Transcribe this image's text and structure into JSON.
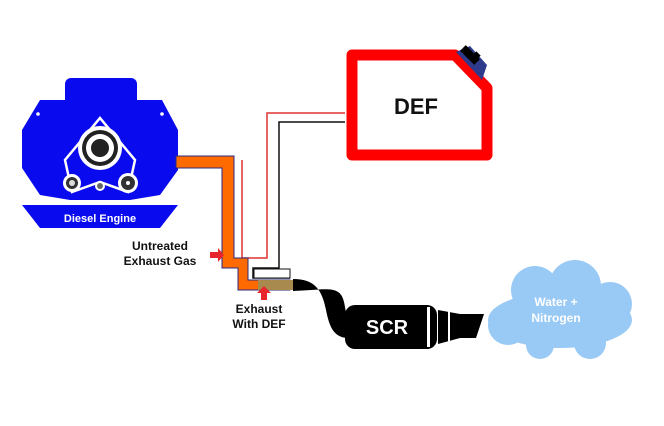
{
  "diagram": {
    "engine_label": "Diesel Engine",
    "def_tank_label": "DEF",
    "untreated_label_line1": "Untreated",
    "untreated_label_line2": "Exhaust Gas",
    "exhaust_def_line1": "Exhaust",
    "exhaust_def_line2": "With DEF",
    "scr_label": "SCR",
    "output_line1": "Water +",
    "output_line2": "Nitrogen"
  },
  "colors": {
    "engine": "#0a0aee",
    "pipe_orange": "#ff6a00",
    "def_red": "#ff0000",
    "cap_blue": "#2e3a8c",
    "cloud": "#99c9f5",
    "arrow": "#e8262c",
    "mixed_pipe": "#a88a4e"
  }
}
